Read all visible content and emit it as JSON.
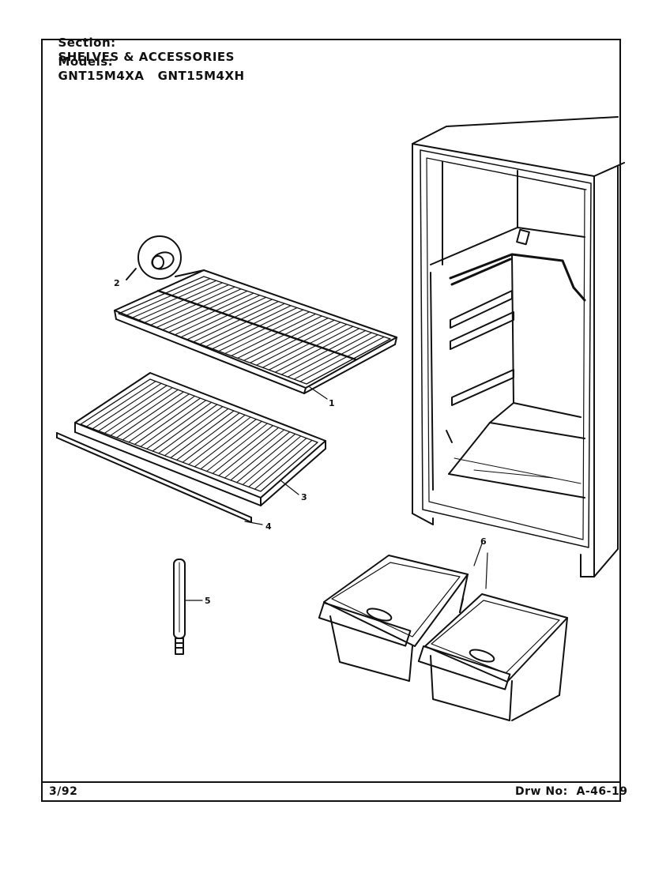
{
  "header": {
    "section_label": "Section:",
    "section_value": "SHELVES & ACCESSORIES",
    "models_label": "Models:",
    "models_value": "GNT15M4XA   GNT15M4XH"
  },
  "callouts": [
    "1",
    "2",
    "3",
    "4",
    "5",
    "6"
  ],
  "footer": {
    "date": "3/92",
    "drawing_number": "Drw No:  A-46-19"
  }
}
